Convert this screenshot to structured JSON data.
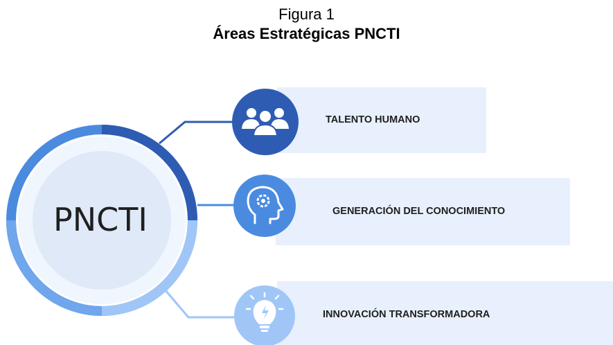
{
  "figure": {
    "label": "Figura 1",
    "title": "Áreas Estratégicas PNCTI"
  },
  "center": {
    "label": "PNCTI"
  },
  "areas": [
    {
      "label": "TALENTO HUMANO",
      "icon": "people-group-icon",
      "color": "#2f5cb3"
    },
    {
      "label": "GENERACIÓN DEL CONOCIMIENTO",
      "icon": "head-gear-icon",
      "color": "#4a8be0"
    },
    {
      "label": "INNOVACIÓN TRANSFORMADORA",
      "icon": "lightbulb-icon",
      "color": "#9fc6f7"
    }
  ],
  "colors": {
    "panel_bg": "#e8f0fd",
    "ring_dark": "#2f5cb3",
    "ring_mid": "#4a8be0",
    "ring_light": "#9fc6f7",
    "core_fill": "#dfe9f7",
    "core_halo": "#f0f6fd"
  }
}
